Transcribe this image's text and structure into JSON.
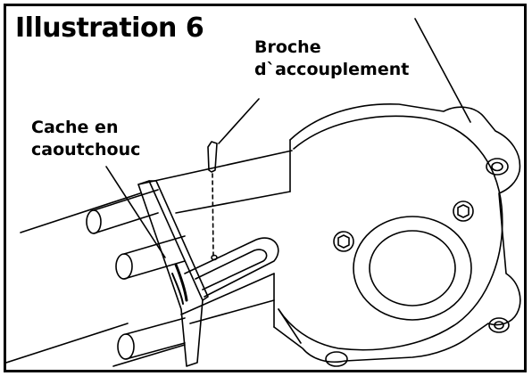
{
  "figure": {
    "title": "Illustration 6",
    "labels": {
      "pin": [
        "Broche",
        "d`accouplement"
      ],
      "cap": [
        "Cache en",
        "caoutchouc"
      ]
    }
  },
  "colors": {
    "ink": "#000000",
    "paper": "#ffffff"
  }
}
